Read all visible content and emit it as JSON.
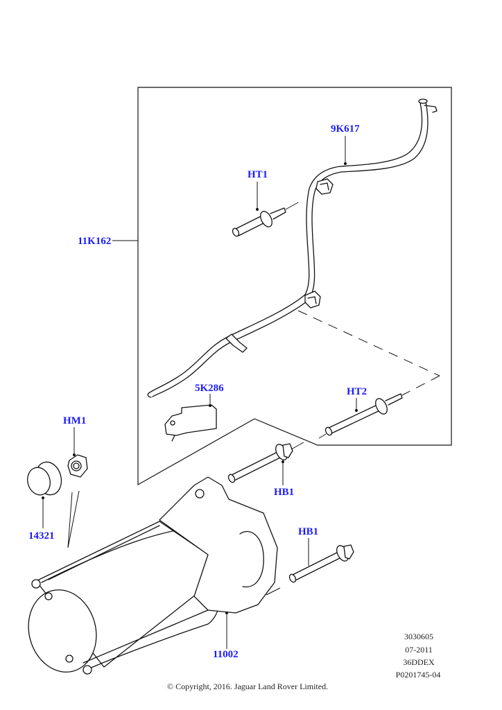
{
  "diagram": {
    "title": "Starter motor assembly exploded view",
    "label_color": "#1a1aff",
    "callouts": [
      {
        "id": "11K162",
        "text": "11K162"
      },
      {
        "id": "9K617",
        "text": "9K617"
      },
      {
        "id": "HT1",
        "text": "HT1"
      },
      {
        "id": "5K286",
        "text": "5K286"
      },
      {
        "id": "HT2",
        "text": "HT2"
      },
      {
        "id": "HM1",
        "text": "HM1"
      },
      {
        "id": "14321",
        "text": "14321"
      },
      {
        "id": "HB1a",
        "text": "HB1"
      },
      {
        "id": "HB1b",
        "text": "HB1"
      },
      {
        "id": "11002",
        "text": "11002"
      }
    ],
    "reference": {
      "line1": "3030605",
      "line2": "07-2011",
      "line3": "36DDEX",
      "line4": "P0201745-04"
    },
    "copyright": "© Copyright, 2016. Jaguar Land Rover Limited."
  }
}
